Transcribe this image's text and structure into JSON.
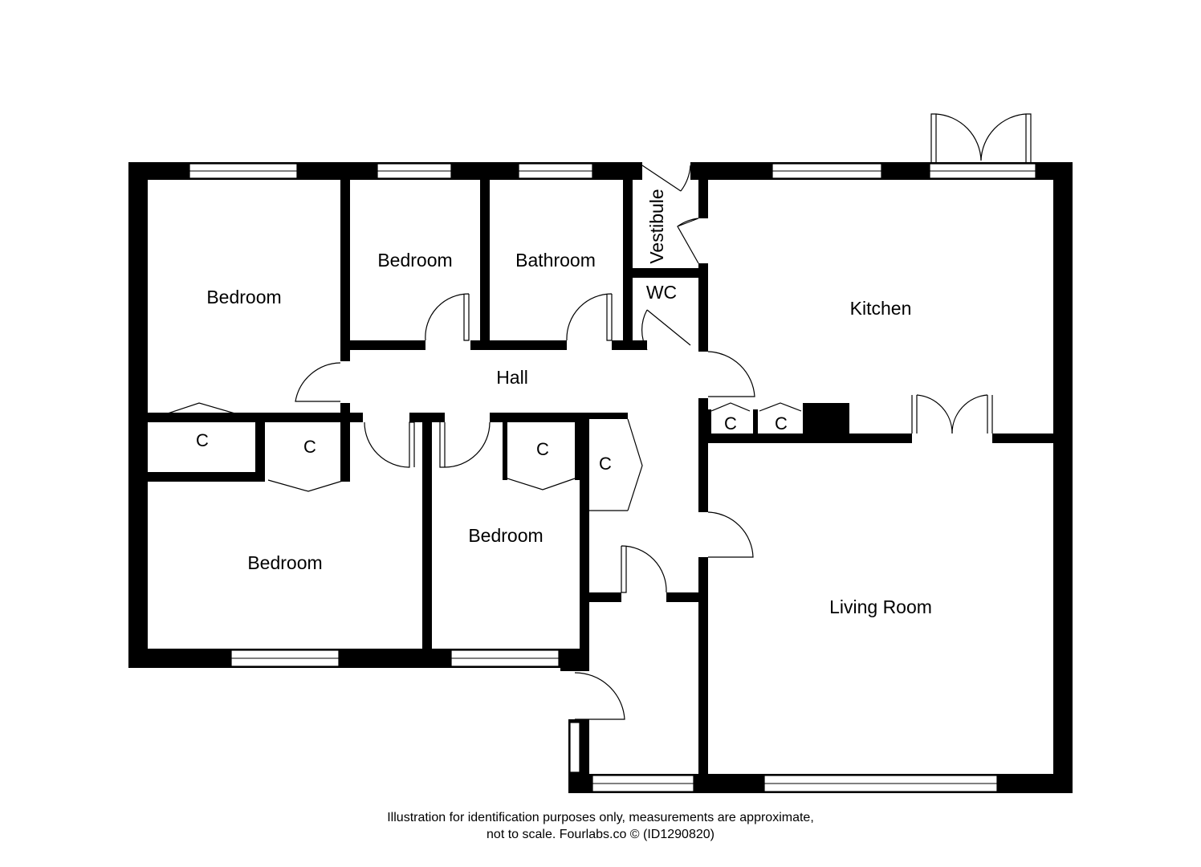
{
  "rooms": {
    "bedroom_1": "Bedroom",
    "bedroom_2": "Bedroom",
    "bathroom": "Bathroom",
    "vestibule": "Vestibule",
    "wc": "WC",
    "kitchen": "Kitchen",
    "hall": "Hall",
    "bedroom_3": "Bedroom",
    "bedroom_4": "Bedroom",
    "living_room": "Living Room"
  },
  "closets": {
    "c1": "C",
    "c2": "C",
    "c3": "C",
    "c4": "C",
    "c5": "C",
    "c6": "C"
  },
  "disclaimer": {
    "line1": "Illustration for identification purposes only, measurements are approximate,",
    "line2": "not to scale. Fourlabs.co © (ID1290820)"
  }
}
